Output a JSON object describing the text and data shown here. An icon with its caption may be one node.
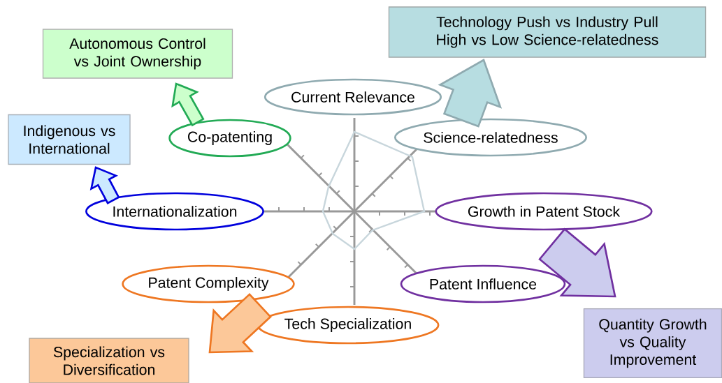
{
  "diagram": {
    "nodes": [
      {
        "text": [
          "Autonomous Control vs Joint Ownership"
        ]
      },
      {
        "text": [
          "Technology Push vs Industry Pull High vs Low Science-relatedness"
        ]
      },
      {
        "text": [
          "Indigenous vs International"
        ]
      },
      {
        "text": [
          "Current Relevance"
        ]
      },
      {
        "text": [
          "Co-patenting"
        ]
      },
      {
        "text": [
          "Science-relatedness"
        ]
      },
      {
        "text": [
          "Internationalization"
        ]
      },
      {
        "text": [
          "Growth in Patent Stock"
        ]
      },
      {
        "text": [
          "Patent Complexity"
        ]
      },
      {
        "text": [
          "Patent Influence"
        ]
      },
      {
        "text": [
          "Tech Specialization"
        ]
      },
      {
        "text": [
          "Specialization vs Diversification"
        ]
      },
      {
        "text": [
          "Quantity Growth vs Quality Improvement"
        ]
      }
    ],
    "edges": [
      {
        "from": 4,
        "to": 0,
        "arrow": "to"
      },
      {
        "from": 6,
        "to": 2,
        "arrow": "to"
      },
      {
        "from": 3,
        "to": 1,
        "arrow": "to"
      },
      {
        "from": 5,
        "to": 1,
        "arrow": "to"
      },
      {
        "from": 7,
        "to": 12,
        "arrow": "to"
      },
      {
        "from": 9,
        "to": 12,
        "arrow": "to"
      },
      {
        "from": 8,
        "to": 11,
        "arrow": "to"
      },
      {
        "from": 10,
        "to": 11,
        "arrow": "to"
      }
    ]
  }
}
